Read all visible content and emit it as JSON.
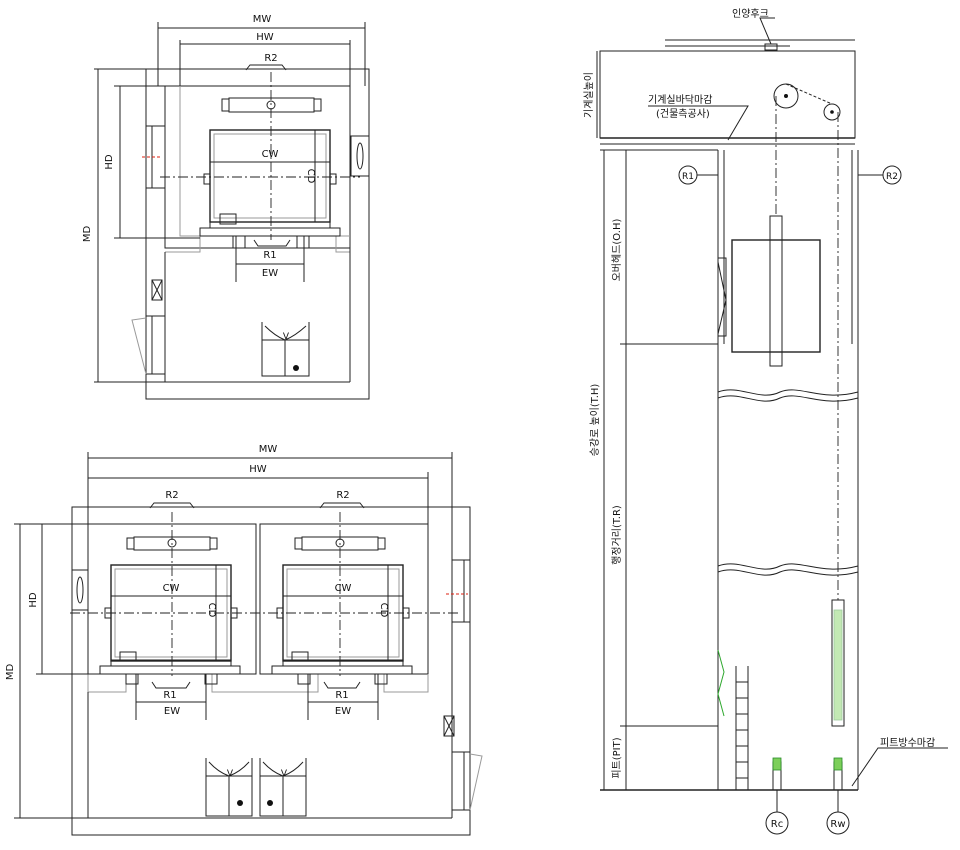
{
  "plan_single": {
    "mw": "MW",
    "hw": "HW",
    "r2": "R2",
    "cw": "CW",
    "cd": "CD",
    "hd": "HD",
    "md": "MD",
    "r1": "R1",
    "ew": "EW"
  },
  "plan_double": {
    "mw": "MW",
    "hw": "HW",
    "car1": {
      "r2": "R2",
      "cw": "CW",
      "cd": "CD",
      "r1": "R1",
      "ew": "EW"
    },
    "car2": {
      "r2": "R2",
      "cw": "CW",
      "cd": "CD",
      "r1": "R1",
      "ew": "EW"
    },
    "hd": "HD",
    "md": "MD"
  },
  "section": {
    "hook": "인양후크",
    "machine_room_height": "기계실높이",
    "machine_floor_finish": "기계실바닥마감",
    "machine_floor_note": "(건물측공사)",
    "r1": "R1",
    "r2": "R2",
    "overhead": "오버헤드(O.H)",
    "hoistway_height": "승강로 높이(T.H)",
    "travel": "행정거리(T.R)",
    "pit": "피트(PIT)",
    "pit_waterproof": "피트방수마감",
    "rc": "Rc",
    "rw": "Rw"
  },
  "colors": {
    "line": "#222222",
    "grey": "#9a9a9a",
    "green": "#2ea82e",
    "red": "#dd2211"
  }
}
